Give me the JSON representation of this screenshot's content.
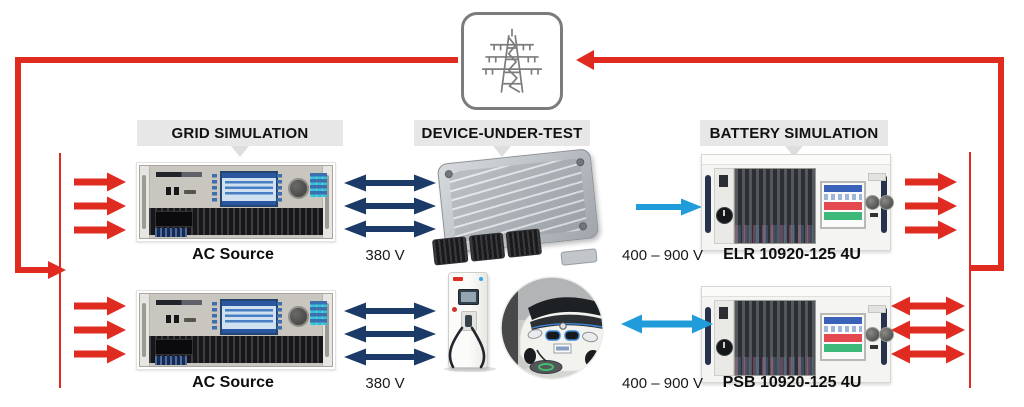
{
  "colors": {
    "wire_red": "#e02b20",
    "arrow_dark_blue": "#1b3a68",
    "arrow_light_blue": "#1f9cd9",
    "header_bg": "#e7e7e7",
    "header_text": "#111111",
    "icon_gray": "#7c7c7c"
  },
  "icons": {
    "grid": "transmission-tower-icon",
    "dut_top": "ecu-control-unit-image",
    "dut_bottom_left": "ev-charging-station-image",
    "dut_bottom_right": "electric-car-photo-circle"
  },
  "sections": {
    "grid": {
      "label": "GRID SIMULATION"
    },
    "dut": {
      "label": "DEVICE-UNDER-TEST"
    },
    "battery": {
      "label": "BATTERY SIMULATION"
    }
  },
  "rows": [
    {
      "source_label": "AC Source",
      "source_voltage": "380 V",
      "sink_voltage": "400 – 900 V",
      "sink_label": "ELR 10920-125 4U"
    },
    {
      "source_label": "AC Source",
      "source_voltage": "380 V",
      "sink_voltage": "400 – 900 V",
      "sink_label": "PSB 10920-125 4U"
    }
  ]
}
